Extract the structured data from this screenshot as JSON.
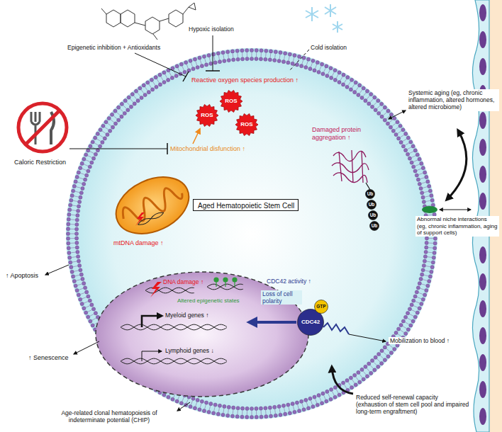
{
  "diagram": {
    "nodes": [
      {
        "text": [
          "Aged Hematopoietic Stem Cell"
        ]
      },
      {
        "text": [
          "ROS"
        ]
      },
      {
        "text": [
          "ROS"
        ]
      },
      {
        "text": [
          "ROS"
        ]
      },
      {
        "text": [
          "CDC42"
        ]
      },
      {
        "text": [
          "GTP"
        ]
      },
      {
        "text": [
          "Ub"
        ]
      },
      {
        "text": [
          "Ub"
        ]
      },
      {
        "text": [
          "Ub"
        ]
      },
      {
        "text": [
          "Ub"
        ]
      }
    ],
    "labels": [
      "Epigenetic inhibition + Antioxidants",
      "Hypoxic isolation",
      "Cold isolation",
      "Reactive oxygen species production ↑",
      "Damaged protein aggregation ↑",
      "Systemic aging (eg, chronic inflammation, altered hormones, altered microbiome)",
      "Caloric Restriction",
      "Mitochondrial disfunction ↑",
      "mtDNA damage ↑",
      "Abnormal niche interactions (eg, chronic inflammation, aging of support cells)",
      "DNA damage ↑",
      "Altered epigenetic states",
      "Myeloid genes ↑",
      "Lymphoid genes ↓",
      "↑ Apoptosis",
      "CDC42 activity ↑",
      "Loss of cell polarity",
      "Mobilization to blood ↑",
      "↑ Senescence",
      "Reduced self-renewal capacity (exhaustion of stem cell pool and impaired long-term engraftment)",
      "Age-related clonal hematopoiesis of indeterminate potential (CHIP)"
    ]
  }
}
